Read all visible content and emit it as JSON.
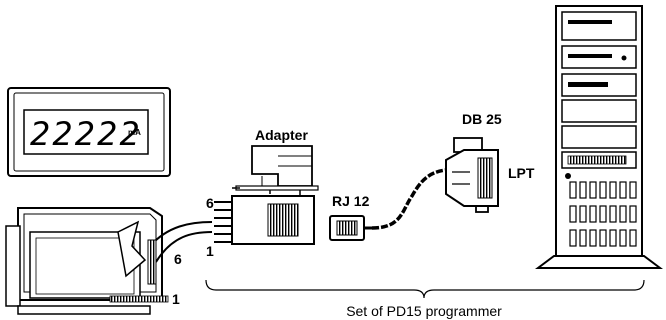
{
  "display": {
    "reading": "22222",
    "unit": "mA"
  },
  "labels": {
    "adapter": "Adapter",
    "db25": "DB 25",
    "lpt": "LPT",
    "rj12": "RJ 12",
    "pin_6_adapter": "6",
    "pin_1_adapter": "1",
    "pin_6_meter": "6",
    "pin_1_meter": "1"
  },
  "caption": "Set of PD15 programmer"
}
